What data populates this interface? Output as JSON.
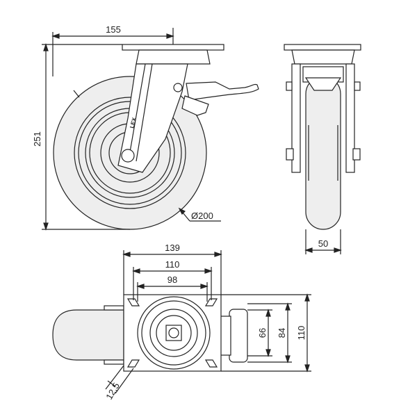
{
  "dimensions": {
    "total_height": "251",
    "offset": "155",
    "wheel_diameter": "Ø200",
    "wheel_width": "50",
    "plate_length": "139",
    "hole_spacing_long": "110",
    "hole_spacing_short_x": "98",
    "bolt_hole": "12,5",
    "plate_width": "110",
    "hole_spacing_short_y": "84",
    "hole_spacing_y_inner": "66"
  },
  "logo": "LEX",
  "colors": {
    "line": "#222222",
    "wheel_fill": "#eeeeee",
    "background": "#ffffff"
  }
}
